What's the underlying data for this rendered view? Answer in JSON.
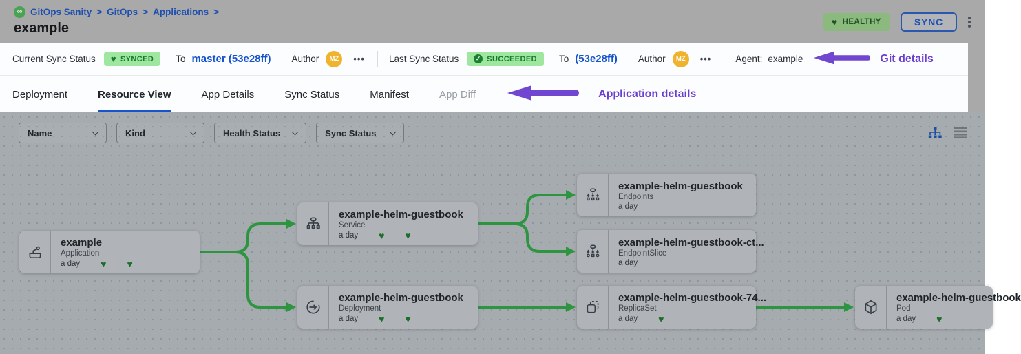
{
  "colors": {
    "accent_purple": "#6a3fd0",
    "edge_green": "#2d9440",
    "badge_green_bg": "#9fe7a0",
    "badge_green_text": "#177a2a",
    "link_blue": "#1453cd",
    "avatar_orange": "#f0b32e",
    "active_tab_blue": "#1853ce"
  },
  "icons": {
    "heart": "♥",
    "check": "✓",
    "logo": "∞"
  },
  "header": {
    "breadcrumb": {
      "items": [
        "GitOps Sanity",
        "GitOps",
        "Applications"
      ],
      "separator": ">"
    },
    "title": "example",
    "health_badge": "HEALTHY",
    "sync_button": "SYNC"
  },
  "sync_bar": {
    "current": {
      "label": "Current Sync Status",
      "badge": "SYNCED",
      "to": "To",
      "revision": "master (53e28ff)",
      "author": "Author",
      "avatar": "MZ",
      "more": "•••"
    },
    "last": {
      "label": "Last Sync Status",
      "badge": "SUCCEEDED",
      "to": "To",
      "revision": "(53e28ff)",
      "author": "Author",
      "avatar": "MZ",
      "more": "•••"
    },
    "agent_label": "Agent:",
    "agent_value": "example",
    "annotation": "Git details"
  },
  "tabs": {
    "items": [
      {
        "label": "Deployment",
        "active": false
      },
      {
        "label": "Resource View",
        "active": true
      },
      {
        "label": "App Details",
        "active": false
      },
      {
        "label": "Sync Status",
        "active": false
      },
      {
        "label": "Manifest",
        "active": false
      },
      {
        "label": "App Diff",
        "active": false,
        "disabled": true
      }
    ],
    "annotation": "Application details"
  },
  "filters": {
    "name": "Name",
    "kind": "Kind",
    "health": "Health Status",
    "sync": "Sync Status"
  },
  "tree": {
    "nodes": [
      {
        "name": "example",
        "kind": "Application",
        "age": "a day",
        "hearts": 2,
        "icon": "application-icon"
      },
      {
        "name": "example-helm-guestbook",
        "kind": "Service",
        "age": "a day",
        "hearts": 2,
        "icon": "service-icon"
      },
      {
        "name": "example-helm-guestbook",
        "kind": "Endpoints",
        "age": "a day",
        "hearts": 0,
        "icon": "endpoints-icon"
      },
      {
        "name": "example-helm-guestbook-ct...",
        "kind": "EndpointSlice",
        "age": "a day",
        "hearts": 0,
        "icon": "endpointslice-icon"
      },
      {
        "name": "example-helm-guestbook",
        "kind": "Deployment",
        "age": "a day",
        "hearts": 2,
        "icon": "deployment-icon"
      },
      {
        "name": "example-helm-guestbook-74...",
        "kind": "ReplicaSet",
        "age": "a day",
        "hearts": 1,
        "icon": "replicaset-icon"
      },
      {
        "name": "example-helm-guestbook",
        "kind": "Pod",
        "age": "a day",
        "hearts": 1,
        "icon": "pod-icon"
      }
    ]
  }
}
